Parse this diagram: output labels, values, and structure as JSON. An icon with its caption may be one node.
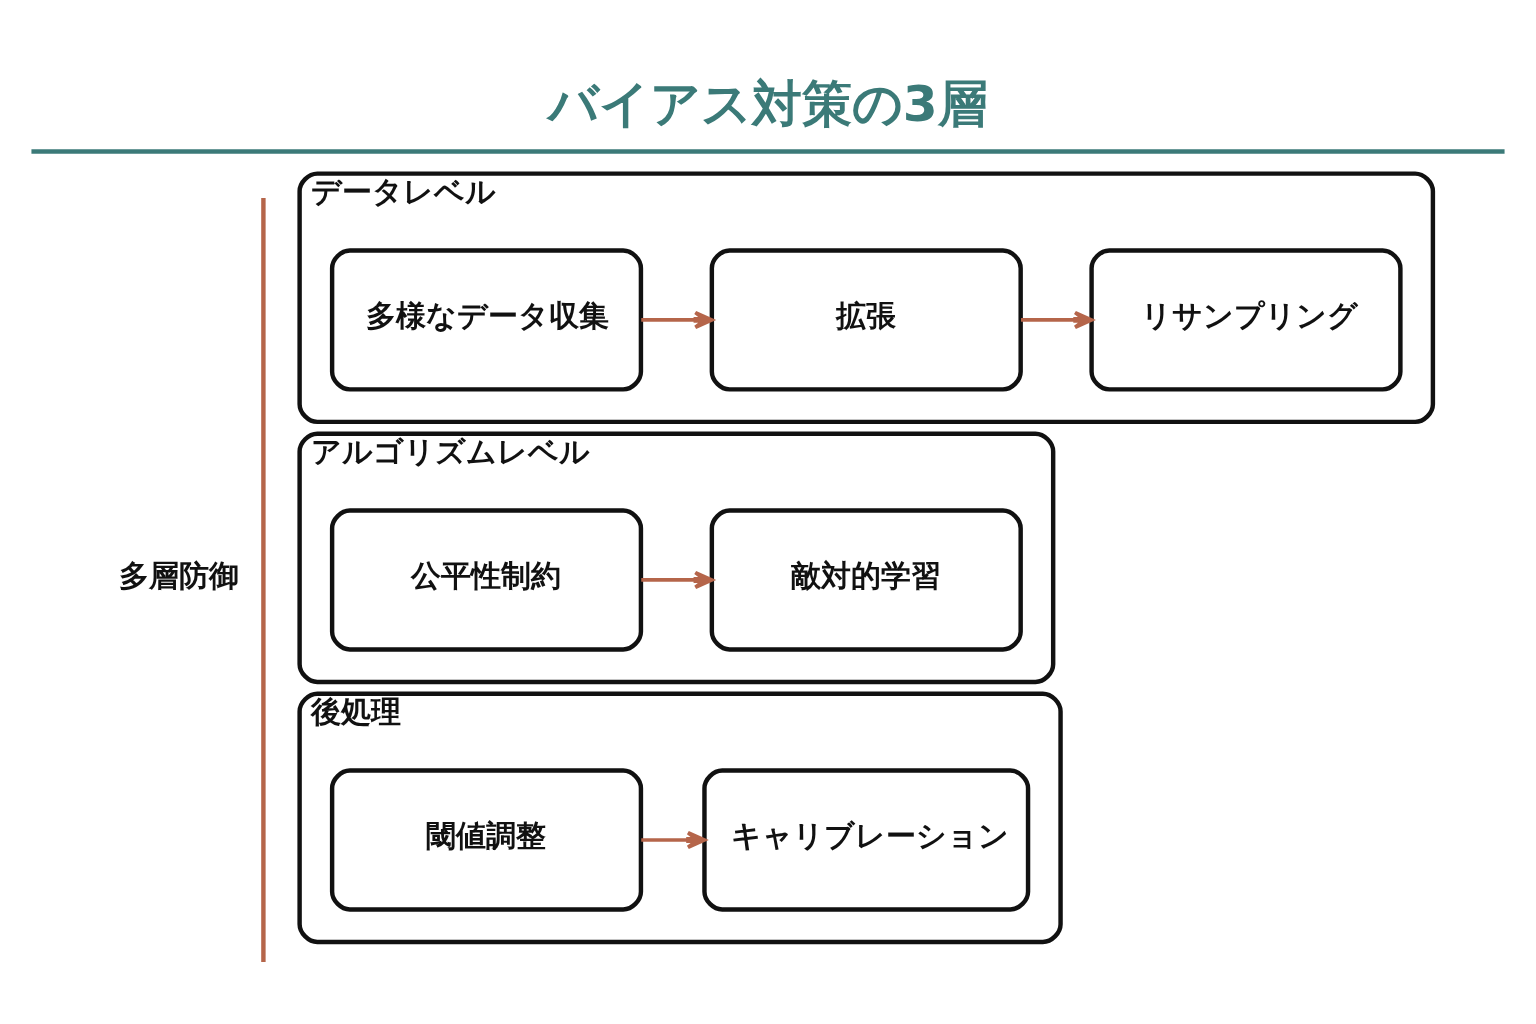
{
  "diagram": {
    "title": "バイアス対策の3層",
    "nodes": [
      {
        "text": [
          "データレベル"
        ]
      },
      {
        "text": [
          "多様なデータ収集"
        ],
        "in": 0
      },
      {
        "text": [
          "拡張"
        ],
        "in": 0
      },
      {
        "text": [
          "リサンプリング"
        ],
        "in": 0
      },
      {
        "text": [
          "アルゴリズムレベル"
        ]
      },
      {
        "text": [
          "公平性制約"
        ],
        "in": 4
      },
      {
        "text": [
          "敵対的学習"
        ],
        "in": 4
      },
      {
        "text": [
          "後処理"
        ]
      },
      {
        "text": [
          "閾値調整"
        ],
        "in": 7
      },
      {
        "text": [
          "キャリブレーション"
        ],
        "in": 7
      }
    ],
    "edges": [
      {
        "from": 1,
        "to": 2,
        "arrow": "to"
      },
      {
        "from": 2,
        "to": 3,
        "arrow": "to"
      },
      {
        "from": 5,
        "to": 6,
        "arrow": "to"
      },
      {
        "from": 8,
        "to": 9,
        "arrow": "to"
      }
    ],
    "labels": [
      "多層防御"
    ]
  }
}
